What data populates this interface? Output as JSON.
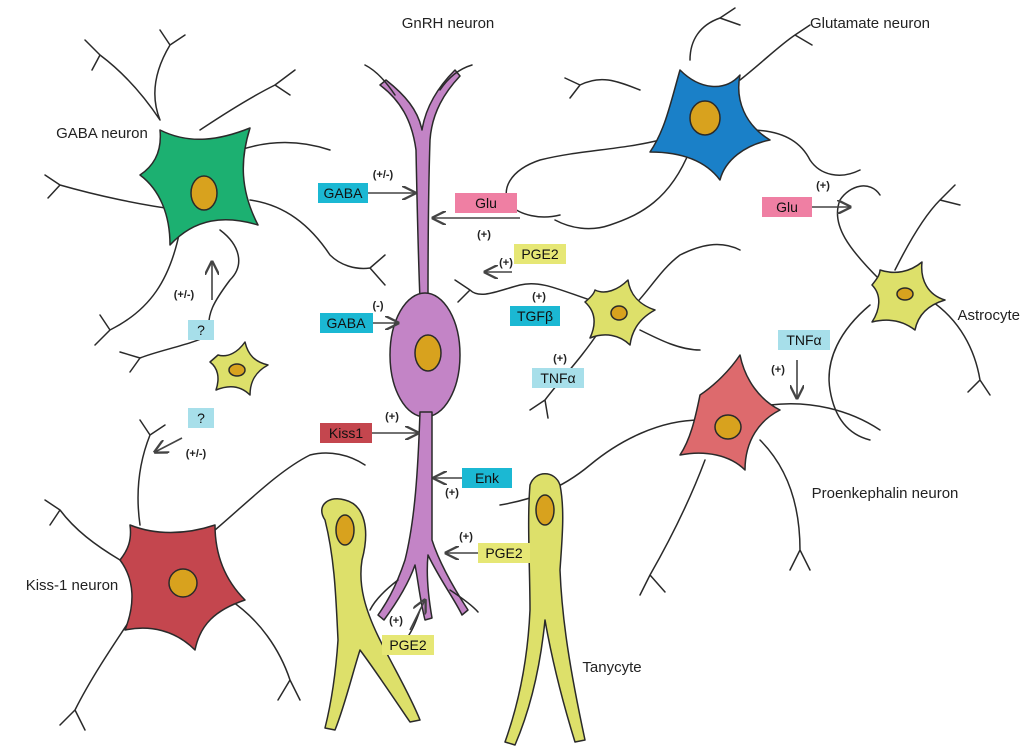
{
  "colors": {
    "gnrh": "#c384c6",
    "gaba": "#1cb071",
    "glutamate": "#1a80c8",
    "kiss": "#c4464e",
    "proenkephalin": "#dd6a6d",
    "astrocyte": "#dde06a",
    "tanycyte": "#dde06a",
    "nucleus": "#d8a21e",
    "tag_cyan": "#1bb8d3",
    "tag_lightblue": "#a7dfea",
    "tag_pink": "#ef7fa3",
    "tag_yellow": "#e6e775",
    "tag_red": "#c4464e"
  },
  "labels": {
    "gnrh": "GnRH neuron",
    "glutamate": "Glutamate neuron",
    "gaba": "GABA neuron",
    "astrocyte": "Astrocyte",
    "proenkephalin": "Proenkephalin neuron",
    "kiss": "Kiss-1 neuron",
    "tanycyte": "Tanycyte"
  },
  "signals": {
    "gaba_top": {
      "text": "GABA",
      "sign": "(+/-)"
    },
    "glu_center": {
      "text": "Glu",
      "sign": "(+)"
    },
    "glu_right": {
      "text": "Glu",
      "sign": "(+)"
    },
    "pge2_top": {
      "text": "PGE2",
      "sign": "(+)"
    },
    "tgfb": {
      "text": "TGFβ",
      "sign": "(+)"
    },
    "tnfa_center": {
      "text": "TNFα",
      "sign": "(+)"
    },
    "tnfa_right": {
      "text": "TNFα",
      "sign": "(+)"
    },
    "gaba_mid": {
      "text": "GABA",
      "sign": "(-)"
    },
    "kiss1": {
      "text": "Kiss1",
      "sign": "(+)"
    },
    "enk": {
      "text": "Enk",
      "sign": "(+)"
    },
    "pge2_mid": {
      "text": "PGE2",
      "sign": "(+)"
    },
    "pge2_bottom": {
      "text": "PGE2",
      "sign": "(+)"
    },
    "q_top": {
      "text": "?",
      "sign": "(+/-)"
    },
    "q_bottom": {
      "text": "?",
      "sign": "(+/-)"
    }
  }
}
